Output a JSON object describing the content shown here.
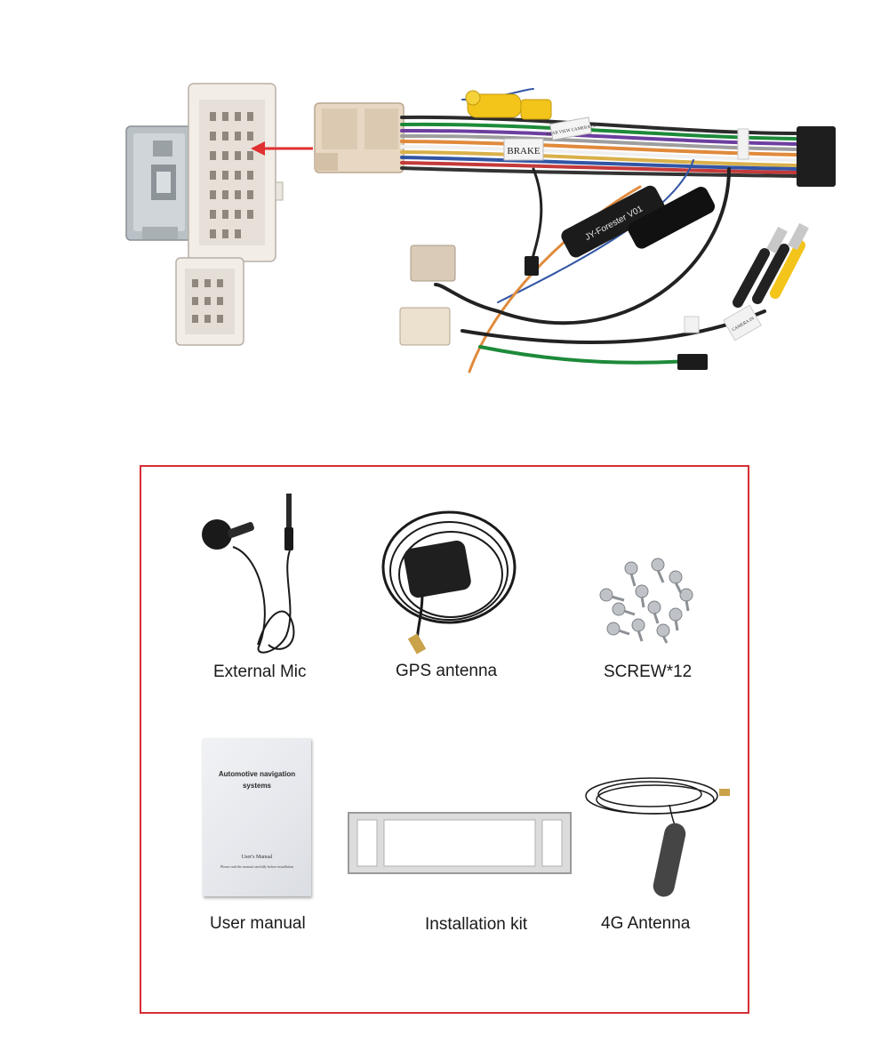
{
  "harness": {
    "brake_tag": "BRAKE",
    "rear_view_tag": "REAR VIEW CAMERA IN",
    "camera_tag": "CAMERA IN",
    "canbus_label": "JY-Forester V01"
  },
  "accessories": [
    {
      "label": "External Mic"
    },
    {
      "label": "GPS antenna"
    },
    {
      "label": "SCREW*12"
    },
    {
      "label": "User manual"
    },
    {
      "label": "Installation kit"
    },
    {
      "label": "4G Antenna"
    }
  ],
  "manual": {
    "title": "Automotive navigation systems",
    "subtitle": "User's Manual",
    "note": "Please read the manual carefully before installation"
  },
  "colors": {
    "frame_border": "#d62d35",
    "arrow": "#e03030",
    "connector_beige": "#e9d9c4",
    "connector_grey": "#b7bfc4"
  }
}
